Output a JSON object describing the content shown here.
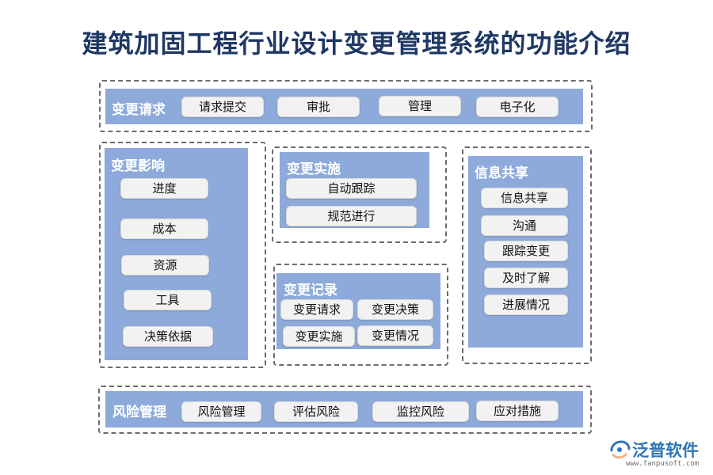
{
  "title": "建筑加固工程行业设计变更管理系统的功能介绍",
  "sections": {
    "request": {
      "title": "变更请求",
      "items": [
        "请求提交",
        "审批",
        "管理",
        "电子化"
      ]
    },
    "impact": {
      "title": "变更影响",
      "items": [
        "进度",
        "成本",
        "资源",
        "工具",
        "决策依据"
      ]
    },
    "implement": {
      "title": "变更实施",
      "items": [
        "自动跟踪",
        "规范进行"
      ]
    },
    "record": {
      "title": "变更记录",
      "items": [
        "变更请求",
        "变更决策",
        "变更实施",
        "变更情况"
      ]
    },
    "share": {
      "title": "信息共享",
      "items": [
        "信息共享",
        "沟通",
        "跟踪变更",
        "及时了解",
        "进展情况"
      ]
    },
    "risk": {
      "title": "风险管理",
      "items": [
        "风险管理",
        "评估风险",
        "监控风险",
        "应对措施"
      ]
    }
  },
  "logo": {
    "name": "泛普软件",
    "url": "www.fanpusoft.com"
  },
  "colors": {
    "panel": "#8eaadb",
    "title": "#1f3864",
    "chip": "#f2f2f2",
    "brand": "#2e75b6"
  }
}
